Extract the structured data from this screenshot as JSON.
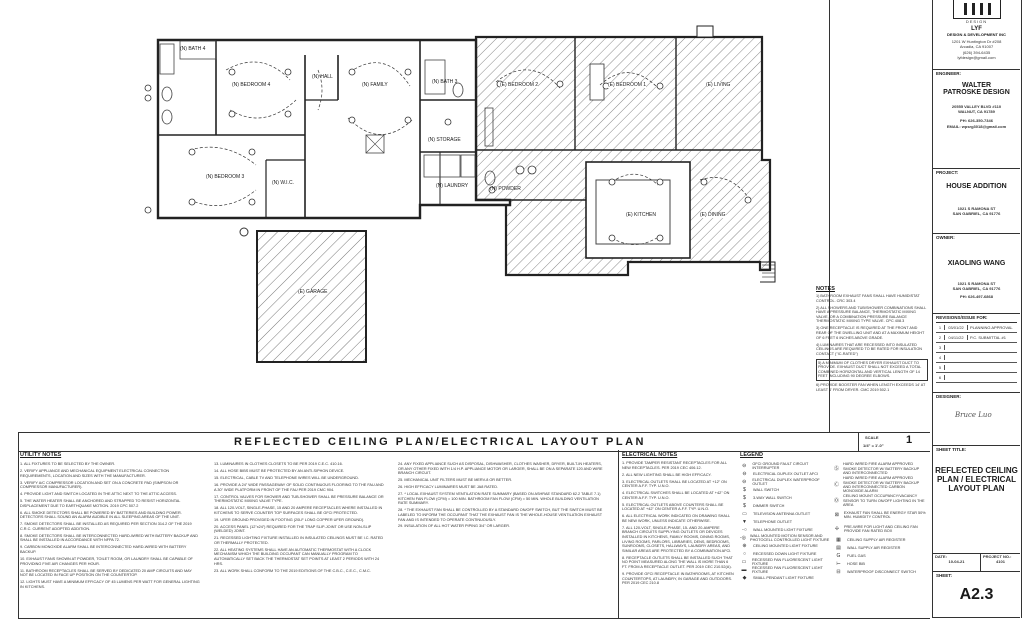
{
  "plan": {
    "title": "REFLECTED CEILING PLAN/ELECTRICAL LAYOUT PLAN",
    "scale_label": "SCALE",
    "scale_value": "1/4\" = 1'-0\"",
    "detail_number": "1",
    "rooms": [
      {
        "key": "bath4",
        "label": "(N) BATH 4"
      },
      {
        "key": "bedroom4",
        "label": "(N) BEDROOM 4"
      },
      {
        "key": "hall",
        "label": "(N) HALL"
      },
      {
        "key": "family",
        "label": "(N) FAMILY"
      },
      {
        "key": "bath3",
        "label": "(N) BATH 3"
      },
      {
        "key": "bedroom3",
        "label": "(N) BEDROOM 3"
      },
      {
        "key": "wic",
        "label": "(N) W.I.C."
      },
      {
        "key": "storage",
        "label": "(N) STORAGE"
      },
      {
        "key": "laundry",
        "label": "(N) LAUNDRY"
      },
      {
        "key": "powder",
        "label": "(N) POWDER"
      },
      {
        "key": "e_bedroom2",
        "label": "(E) BEDROOM 2"
      },
      {
        "key": "e_bedroom1",
        "label": "(E) BEDROOM 1"
      },
      {
        "key": "e_living",
        "label": "(E) LIVING"
      },
      {
        "key": "e_kitchen",
        "label": "(E) KITCHEN"
      },
      {
        "key": "e_dining",
        "label": "(E) DINING"
      },
      {
        "key": "e_garage",
        "label": "(E) GARAGE"
      }
    ]
  },
  "notes": {
    "heading": "NOTES",
    "items": [
      "1) BATHROOM EXHAUST FANS SHALL HAVE HUMIDISTAT CONTROL. CRC 303.4",
      "2) ALL SHOWERS AND TUB/SHOWER COMBINATIONS SHALL HAVE A PRESSURE BALANCE, THERMOSTATIC MIXING VALVE, OR A COMBINATION PRESSURE BALANCE THERMOSTATIC MIXING TYPE VALVE. CPC 408.3",
      "3) ONE RECEPTACLE IS REQUIRED AT THE FRONT AND REAR OF THE DWELLING UNIT AND AT A MAXIMUM HEIGHT OF 6 FEET 6 INCHES ABOVE GRADE.",
      "4) LUMINAIRES THAT ARE RECESSED INTO INSULATED CEILINGS ARE REQUIRED TO BE RATED FOR INSULATION CONTACT (\"IC-RATED\")",
      "5) A MINIMUM OF CLOTHES DRYER EXHAUST DUCT TO PROVIDE. EXHAUST DUCT SHALL NOT EXCEED A TOTAL COMBINED HORIZONTAL AND VERTICAL LENGTH OF 14 FEET INCLUDING 90 DEGREE ELBOWS.",
      "6) PROVIDE BOOSTER FAN WHEN LENGTH EXCEEDS 14' AT LEAST 4' FROM DRYER. CMC 2019 502.1"
    ]
  },
  "utility_notes": {
    "heading": "UTILITY NOTES",
    "col1": [
      "1. ALL FIXTURES TO BE SELECTED BY THE OWNER.",
      "2. VERIFY APPLIANCE AND MECHANICAL EQUIPMENT ELECTRICAL CONNECTION REQUIREMENTS, LOCATION AND SIZES WITH THE MANUFACTURER.",
      "3. VERIFY A/C COMPRESSOR LOCATION AND SET ON A CONCRETE PAD (SIMPSON OR COMPRESSOR MANUFACTURER).",
      "4. PROVIDE LIGHT AND SWITCH LOCATED IN THE ATTIC NEXT TO THE ATTIC ACCESS.",
      "5. THE WATER HEATER SHALL BE ANCHORED AND STRAPPED TO RESIST HORIZONTAL DISPLACEMENT DUE TO EARTHQUAKE MOTION. 2019 CPC 507.2",
      "6. ALL SMOKE DETECTORS SHALL BE POWERED BY BATTERIES AND BUILDING POWER. DETECTORS SHALL SOUND AN ALARM AUDIBLE IN ALL SLEEPING AREAS OF THE UNIT.",
      "7. SMOKE DETECTORS SHALL BE INSTALLED AS REQUIRED PER SECTION 314.2 OF THE 2019 C.R.C. CURRENT ADOPTED ADDITION.",
      "8. SMOKE DETECTORS SHALL BE INTERCONNECTED HARD-WIRED WITH BATTERY BACKUP AND SHALL BE INSTALLED IN ACCORDANCE WITH NFPA 72.",
      "9. CARBON MONOXIDE ALARM SHALL BE INTERCONNECTED HARD-WIRED WITH BATTERY BACKUP.",
      "10. EXHAUST FANS SHOWN AT POWDER, TOILET ROOM, OR LAUNDRY SHALL BE CAPABLE OF PROVIDING FIVE AIR CHANGES PER HOUR.",
      "11. BATHROOM RECEPTACLES SHALL BE SERVED BY DEDICATED 20 AMP CIRCUITS AND MAY NOT BE LOCATED IN FACE UP POSITION ON THE COUNTERTOP.",
      "12. LIGHTS MUST HAVE A MINIMUM EFFICACY OF 45 LUMENS PER WATT FOR GENERAL LIGHTING IN KITCHENS."
    ],
    "col2": [
      "13. LUMINAIRES IN CLOTHES CLOSETS TO BE PER 2019 C.E.C. 410.16.",
      "14. ALL HOSE BIBS MUST BE PROTECTED BY AN ANTI-SIPHON DEVICE.",
      "15. ELECTRICAL, CABLE TV AND TELEPHONE WIRES WILL BE UNDERGROUND.",
      "16. PROVIDE A 24\" WIDE PASSAGEWAY OF SOLID CONTINUOUS FLOORING TO THE FAU AND A 30\" WIDE PLATFORM IN FRONT OF THE FAU PER 2019 CMC 904.",
      "17. CONTROL VALVES FOR SHOWER AND TUB-SHOWER SHALL BE PRESSURE BALANCE OR THERMOSTATIC MIXING VALVE TYPE.",
      "18. ALL 120-VOLT, SINGLE-PHASE, 15 AND 20 AMPERE RECEPTACLES WHERE INSTALLED IN KITCHENS TO SERVE COUNTER TOP SURFACES SHALL BE GFCI PROTECTED.",
      "19. UFER GROUND PROVIDED IN FOOTING (20LF LONG COPPER UFER GROUND).",
      "20. ACCESS PANEL (12\"x24\") REQUIRED FOR THE TRAP SLIP-JOINT OR USE NON-SLIP (WELDED) JOINT.",
      "21. RECESSED LIGHTING FIXTURE INSTALLED IN INSULATED CEILINGS MUST BE I.C. RATED OR THERMALLY PROTECTED.",
      "22. ALL HEATING SYSTEMS SHALL HAVE AN AUTOMATIC THERMOSTAT WITH A CLOCK MECHANISM WHICH THE BUILDING OCCUPANT CAN MANUALLY PROGRAM TO AUTOMATICALLY SET BACK THE THERMOSTAT SET POINTS AT LEAST 2 PERIODS WITH 24 HRS.",
      "23. ALL WORK SHALL CONFORM TO THE 2019 EDITIONS OF THE C.B.C., C.E.C., C.M.C."
    ],
    "col3": [
      "24. ANY FIXED APPLIANCE SUCH AS DISPOSAL, DISHWASHER, CLOTHES WASHER, DRYER, BUILT-IN HEATERS, OR ANY OTHER FIXED WITH 1/4 H.P. APPLIANCE MOTOR OR LARGER, SHALL BE ON A SEPARATE 120 AND WIRE BRANCH CIRCUIT.",
      "25. MECHANICAL UNIT FILTERS MUST BE MERV-8 OR BETTER.",
      "26. HIGH EFFICACY LUMINAIRES MUST BE JA8 RATED.",
      "27. * LOCAL EXHAUST SYSTEM VENTILATION RATE SUMMARY (BASED ON ASHRAE STANDARD 62.2 TABLE 7.1) KITCHEN FAN FLOW (CFM) = 100 MIN. BATHROOM FAN FLOW (CFM) = 50 MIN. WHOLE BUILDING VENTILATION RATE SUMMARY.",
      "28. * THE EXHAUST FAN SHALL BE CONTROLLED BY A STANDARD ON/OFF SWITCH, BUT THE SWITCH MUST BE LABELED TO INFORM THE OCCUPANT THAT THE EXHAUST FAN IS THE WHOLE-HOUSE VENTILATION EXHAUST FAN AND IS INTENDED TO OPERATE CONTINUOUSLY.",
      "29. INSULATION OF ALL HOT WATER PIPING 3/4\" OR LARGER."
    ]
  },
  "electrical_notes": {
    "heading": "ELECTRICAL NOTES",
    "items": [
      "1. PROVIDE TAMPER RESISTANT RECEPTACLES FOR ALL NEW RECEPTACLES. PER 2019 CEC 406.12.",
      "2. ALL NEW LIGHTING SHALL BE HIGH EFFICACY.",
      "3. ELECTRICAL OUTLETS SHALL BE LOCATED AT +12\" ON CENTER A.F.F. TYP. U.N.O.",
      "4. ELECTRICAL SWITCHES SHALL BE LOCATED AT +42\" ON CENTER A.F.F. TYP. U.N.O.",
      "5. ELECTRICAL OUTLETS ABOVE COUNTERS SHALL BE LOCATED AT +42\" ON CENTER A.F.F. TYP. U.N.O.",
      "6. ALL ELECTRICAL WORK INDICATED ON DRAWING SHALL BE NEW WORK, UNLESS INDICATE OTHERWISE.",
      "7. ALL 120-VOLT, SINGLE-PHASE, 15- AND 20-AMPERE BRANCH CIRCUITS SUPPLYING OUTLETS OR DEVICES INSTALLED IN KITCHENS, FAMILY ROOMS, DINING ROOMS, LIVING ROOMS, PARLORS, LIBRARIES, DENS, BEDROOMS, SUNROOMS, CLOSETS, HALLWAYS, LAUNDRY AREAS, AND SIMILAR AREAS ARE PROTECTED BY A COMBINATION AFCI.",
      "8. RECEPTACLE OUTLETS SHALL BE INSTALLED SUCH THAT NO POINT MEASURED ALONG THE WALL IS MORE THAN 6 FT. FROM A RECEPTACLE OUTLET. PER 2019 CEC 210.52(A).",
      "9. PROVIDE GFCI RECEPTACLE IN BATHROOMS, AT KITCHEN COUNTERTOPS, AT LAUNDRY, IN GARAGE AND OUTDOORS. PER 2019 CEC 210.8"
    ]
  },
  "legend": {
    "heading": "LEGEND",
    "col1": [
      "GFCI GROUND FAULT CIRCUIT INTERRUPTER",
      "ELECTRICAL DUPLEX OUTLET AFCI",
      "ELECTRICAL DUPLEX WATERPROOF OUTLET",
      "WALL SWITCH",
      "3-WAY WALL SWITCH",
      "DIMMER SWITCH",
      "TELEVISION ANTENNA OUTLET",
      "TELEPHONE OUTLET",
      "WALL MOUNTED LIGHT FIXTURE",
      "WALL MOUNTED MOTION SENSOR AND PHOTOCELL CONTROLLED LIGHT FIXTURE",
      "CEILING MOUNTED LIGHT FIXTURE",
      "RECESSED DOWN LIGHT FIXTURE",
      "RECESSED FAN FLUORESCENT LIGHT FIXTURE",
      "RECESSED FAN FLUORESCENT LIGHT FIXTURE",
      "SMALL PENDANT LIGHT FIXTURE"
    ],
    "col2": [
      "HARD WIRED FIRE ALARM APPROVED SMOKE DETECTOR W/ BATTERY BACKUP AND INTERCONNECTED",
      "HARD WIRED FIRE ALARM APPROVED SMOKE DETECTOR W/ BATTERY BACKUP AND INTERCONNECTED CARBON MONOXIDE ALARM",
      "CEILING MOUNT OCCUPANCY/VACANCY SENSOR TO TURN ON/OFF LIGHTING IN THE AREA",
      "EXHAUST FAN SHALL BE ENERGY STAR 50% MIN. HUMIDITY CONTROL",
      "PRE-WIRE FOR LIGHT AND CEILING FAN PROVIDE FAN RATED BOX",
      "CEILING SUPPLY AIR REGISTER",
      "WALL SUPPLY AIR REGISTER",
      "FUEL GAS",
      "HOSE BIB",
      "WATERPROOF DISCONNECT SWITCH"
    ]
  },
  "title_block": {
    "firm_name": "LYF",
    "firm_sub": "DESIGN & DEVELOPMENT INC",
    "firm_logo_text": "DESIGN",
    "firm_addr1": "1201 W Huntington Dr #208",
    "firm_addr2": "Arcadia, CA 91007",
    "firm_phone": "(626) 394-6435",
    "firm_email": "lyfdesign@gmail.com",
    "engineer_label": "ENGINEER:",
    "engineer_name1": "WALTER",
    "engineer_name2": "PATROSKE DESIGN",
    "engineer_addr1": "20555 VALLEY BLVD #110",
    "engineer_addr2": "WALNUT, CA 91789",
    "engineer_ph": "PH: 626-350-7346",
    "engineer_email": "EMAIL: wpsrg3018@gmail.com",
    "project_label": "PROJECT:",
    "project_name": "HOUSE ADDITION",
    "project_addr1": "1021 S RAMONA ST",
    "project_addr2": "SAN GABRIEL, CA 91776",
    "owner_label": "OWNER:",
    "owner_name": "XIAOLING WANG",
    "owner_addr1": "1021 S RAMONA ST",
    "owner_addr2": "SAN GABRIEL, CA 91776",
    "owner_ph": "PH: 626-497-6868",
    "revisions_label": "REVISIONS/ISSUE FOR:",
    "revisions": [
      {
        "num": "1",
        "date": "03/01/22",
        "desc": "PLANNING APPROVAL"
      },
      {
        "num": "2",
        "date": "04/11/22",
        "desc": "P.C. SUBMITTAL #1"
      },
      {
        "num": "3",
        "date": "",
        "desc": ""
      },
      {
        "num": "4",
        "date": "",
        "desc": ""
      },
      {
        "num": "5",
        "date": "",
        "desc": ""
      },
      {
        "num": "6",
        "date": "",
        "desc": ""
      }
    ],
    "designer_label": "DESIGNER:",
    "designer_sig": "Bruce Luo",
    "sheet_title_label": "SHEET TITLE:",
    "sheet_title1": "REFLECTED CEILING",
    "sheet_title2": "PLAN / ELECTRICAL",
    "sheet_title3": "LAYOUT PLAN",
    "date_label": "DATE:",
    "date_value": "10-04-21",
    "project_no_label": "PROJECT NO.:",
    "project_no_value": "4101",
    "sheet_label": "SHEET:",
    "sheet_value": "A2.3"
  }
}
